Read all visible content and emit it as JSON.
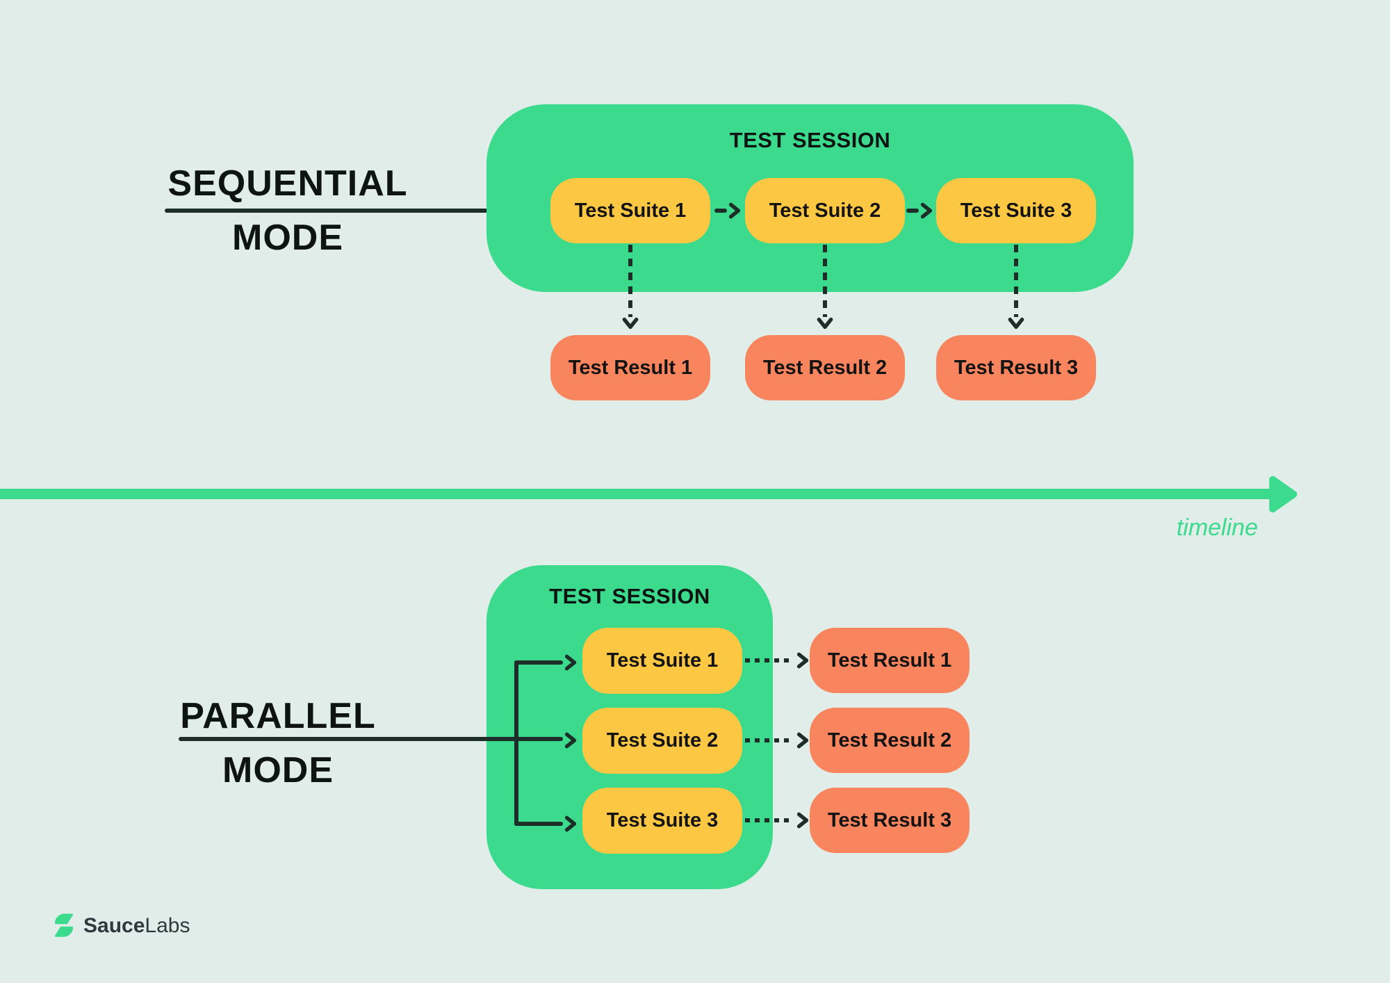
{
  "colors": {
    "background": "#e0ede8",
    "session_green": "#3cda8c",
    "suite_yellow": "#fcc844",
    "result_orange": "#f8855e",
    "arrow_dark": "#1d2e29",
    "text_ink": "#0e1412",
    "timeline_green": "#3cda8c",
    "logo_text": "#2f383c"
  },
  "icons": {
    "logo": "saucelabs-bolt-icon",
    "flow_arrowhead": "chevron-right-icon",
    "drop_arrowhead": "chevron-down-icon",
    "timeline_arrowhead": "triangle-right-icon"
  },
  "sequential": {
    "mode_line1": "SEQUENTIAL",
    "mode_line2": "MODE",
    "session": {
      "title": "TEST SESSION",
      "suites": [
        "Test Suite 1",
        "Test Suite 2",
        "Test Suite 3"
      ]
    },
    "results": [
      "Test Result 1",
      "Test Result 2",
      "Test Result 3"
    ]
  },
  "timeline": {
    "label": "timeline"
  },
  "parallel": {
    "mode_line1": "PARALLEL",
    "mode_line2": "MODE",
    "session": {
      "title": "TEST SESSION",
      "suites": [
        "Test Suite 1",
        "Test Suite 2",
        "Test Suite 3"
      ]
    },
    "results": [
      "Test Result 1",
      "Test Result 2",
      "Test Result 3"
    ]
  },
  "footer": {
    "brand_bold": "Sauce",
    "brand_light": "Labs"
  }
}
